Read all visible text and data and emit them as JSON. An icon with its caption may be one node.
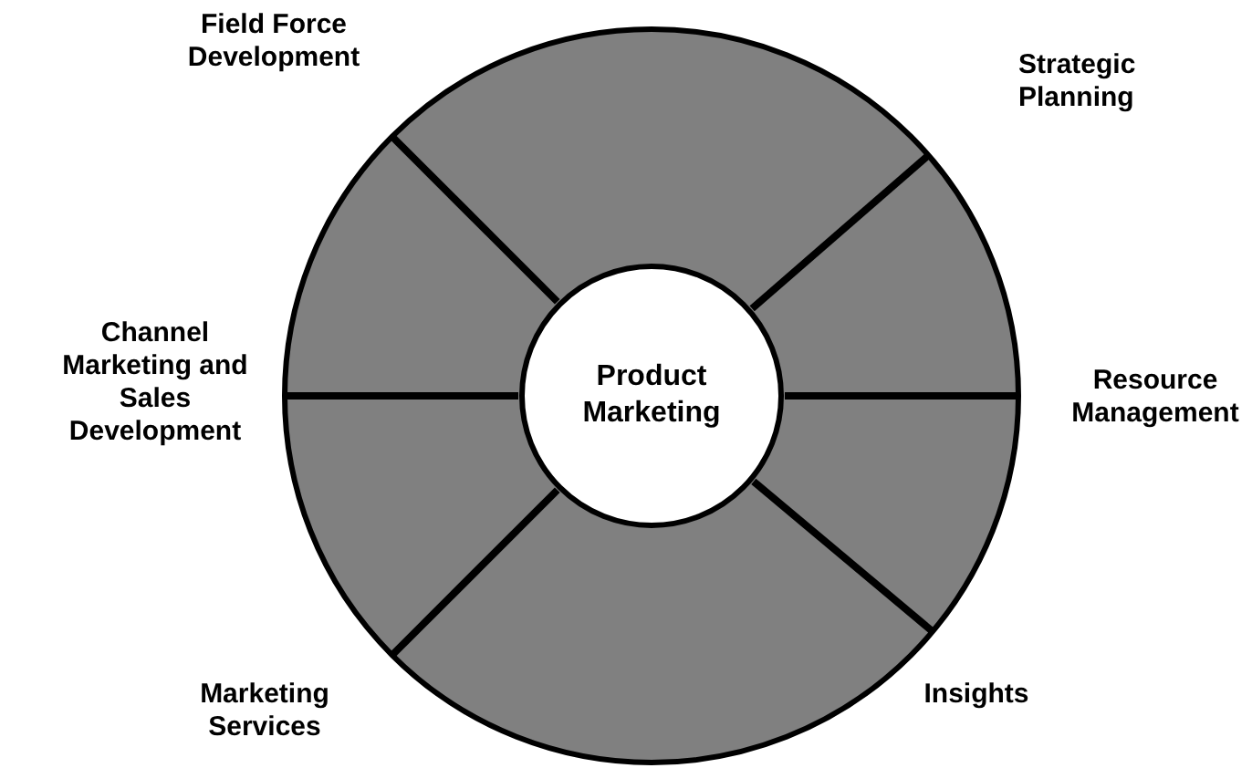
{
  "diagram": {
    "nodes": [
      {
        "text": [
          "Product Marketing"
        ]
      }
    ],
    "labels": [
      "Field Force Development",
      "Strategic Planning",
      "Channel Marketing and Sales Development",
      "Resource Management",
      "Marketing Services",
      "Insights"
    ]
  }
}
